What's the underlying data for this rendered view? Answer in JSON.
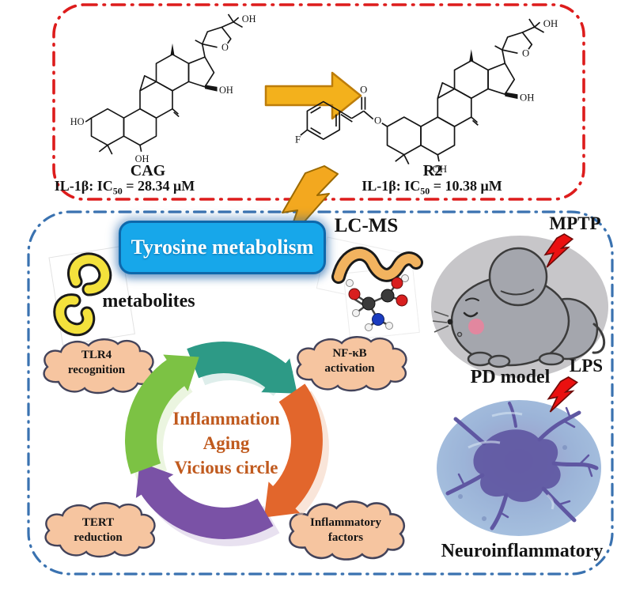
{
  "colors": {
    "red_border": "#dd1c1c",
    "blue_border": "#3a72b0",
    "tyrosine_fill": "#17a7ea",
    "block_arrow": "#f3b11c",
    "block_arrow_edge": "#bd7d0a",
    "lightning_yellow": "#f3a81f",
    "lightning_red": "#ea1010",
    "cloud_fill": "#f6c5a0",
    "cloud_edge": "#43435a",
    "arrow_teal": "#2d9a86",
    "arrow_orange": "#e2662c",
    "arrow_purple": "#7a52a6",
    "arrow_green": "#7cc244",
    "center_text": "#c05a1e",
    "metabolite_yellow": "#f3e13c",
    "lcms_orange": "#f2b35f",
    "mouse_gray": "#c7c6c9",
    "mouse_body": "#a4a6ad",
    "neuro_purple": "#5f57a2"
  },
  "atoms": {
    "oh": "OH",
    "ho": "HO",
    "o": "O",
    "f": "F"
  },
  "top": {
    "cag_label": "CAG",
    "r2_label": "R2",
    "ic50_prefix": "IL-1β: IC",
    "ic50_sub": "50",
    "cag_ic50_value": " = 28.34 μM",
    "r2_ic50_value": " = 10.38 μM"
  },
  "bottom": {
    "tyrosine_label": "Tyrosine metabolism",
    "lcms_label": "LC-MS",
    "metabolites_label": "metabolites",
    "mptp_label": "MPTP",
    "lps_label": "LPS",
    "pd_model_label": "PD model",
    "neuro_label": "Neuroinflammatory",
    "cycle": {
      "center_lines": [
        "Inflammation",
        "Aging",
        "Vicious circle"
      ],
      "clouds": [
        {
          "line1": "TLR4",
          "line2": "recognition"
        },
        {
          "line1": "NF-κB",
          "line2": "activation"
        },
        {
          "line1": "Inflammatory",
          "line2": "factors"
        },
        {
          "line1": "TERT",
          "line2": "reduction"
        }
      ]
    }
  }
}
